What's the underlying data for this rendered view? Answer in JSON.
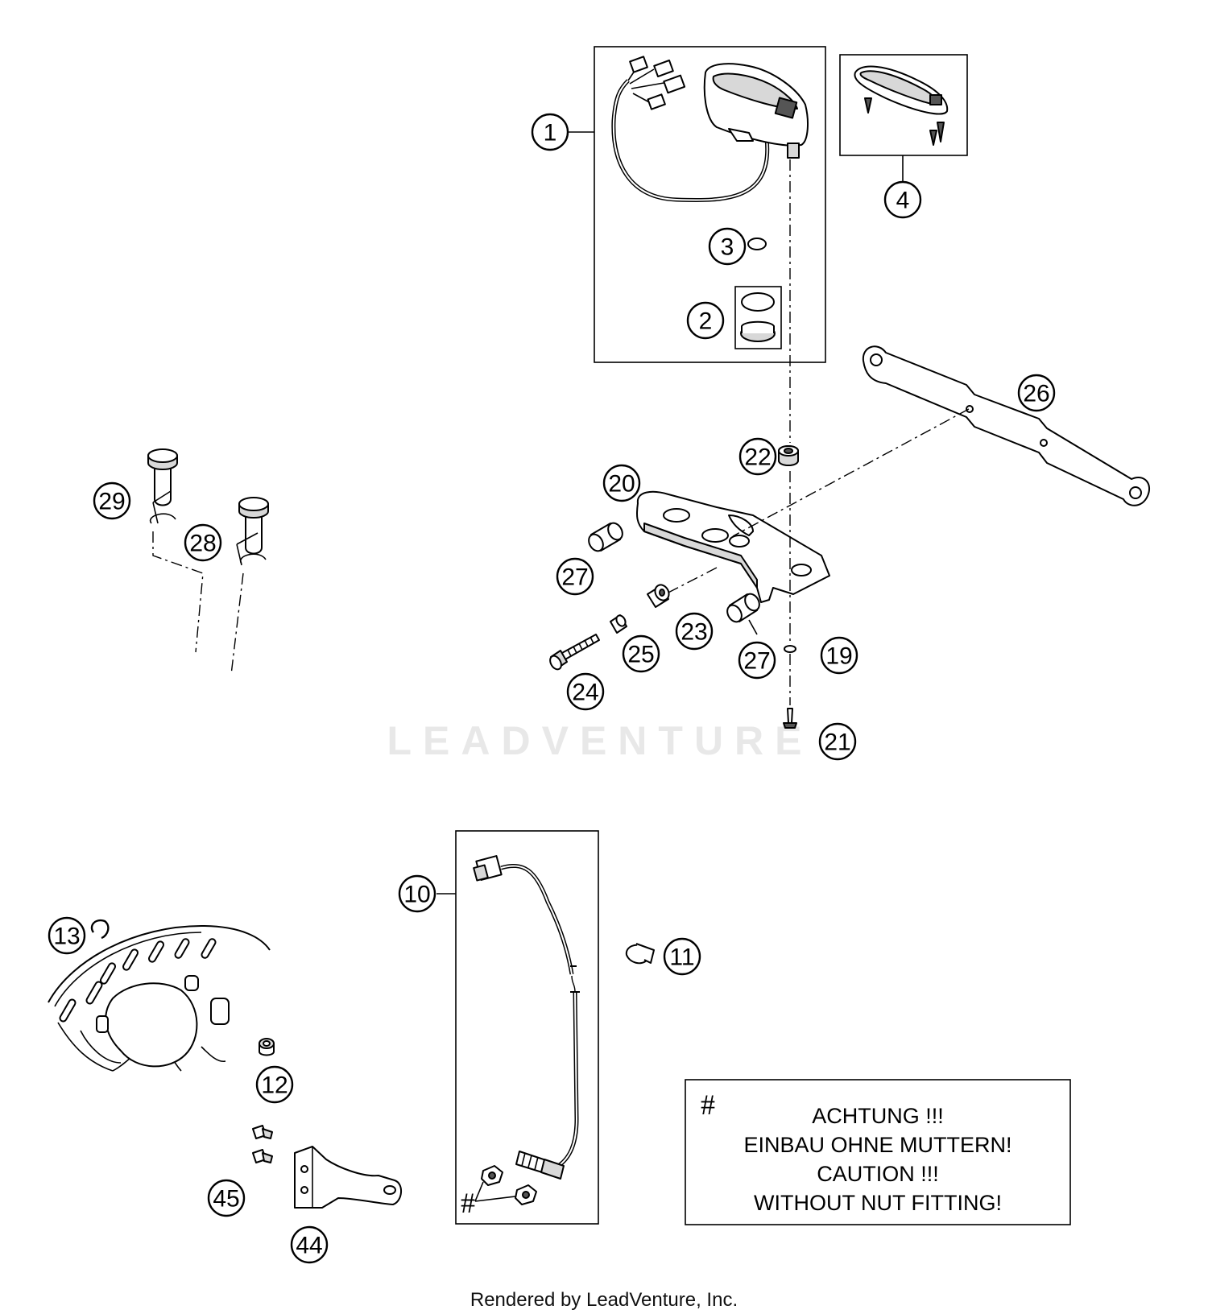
{
  "callouts": [
    {
      "id": "1",
      "label": "1"
    },
    {
      "id": "2",
      "label": "2"
    },
    {
      "id": "3",
      "label": "3"
    },
    {
      "id": "4",
      "label": "4"
    },
    {
      "id": "10",
      "label": "10"
    },
    {
      "id": "11",
      "label": "11"
    },
    {
      "id": "12",
      "label": "12"
    },
    {
      "id": "13",
      "label": "13"
    },
    {
      "id": "19",
      "label": "19"
    },
    {
      "id": "20",
      "label": "20"
    },
    {
      "id": "21",
      "label": "21"
    },
    {
      "id": "22",
      "label": "22"
    },
    {
      "id": "23",
      "label": "23"
    },
    {
      "id": "24",
      "label": "24"
    },
    {
      "id": "25",
      "label": "25"
    },
    {
      "id": "26",
      "label": "26"
    },
    {
      "id": "27a",
      "label": "27"
    },
    {
      "id": "27b",
      "label": "27"
    },
    {
      "id": "28",
      "label": "28"
    },
    {
      "id": "29",
      "label": "29"
    },
    {
      "id": "44",
      "label": "44"
    },
    {
      "id": "45",
      "label": "45"
    }
  ],
  "note": {
    "symbol": "#",
    "lines": [
      "ACHTUNG !!!",
      "EINBAU OHNE MUTTERN!",
      "CAUTION !!!",
      "WITHOUT NUT FITTING!"
    ]
  },
  "hash_marker": "#",
  "watermark": "LEADVENTURE",
  "footer": "Rendered by LeadVenture, Inc."
}
